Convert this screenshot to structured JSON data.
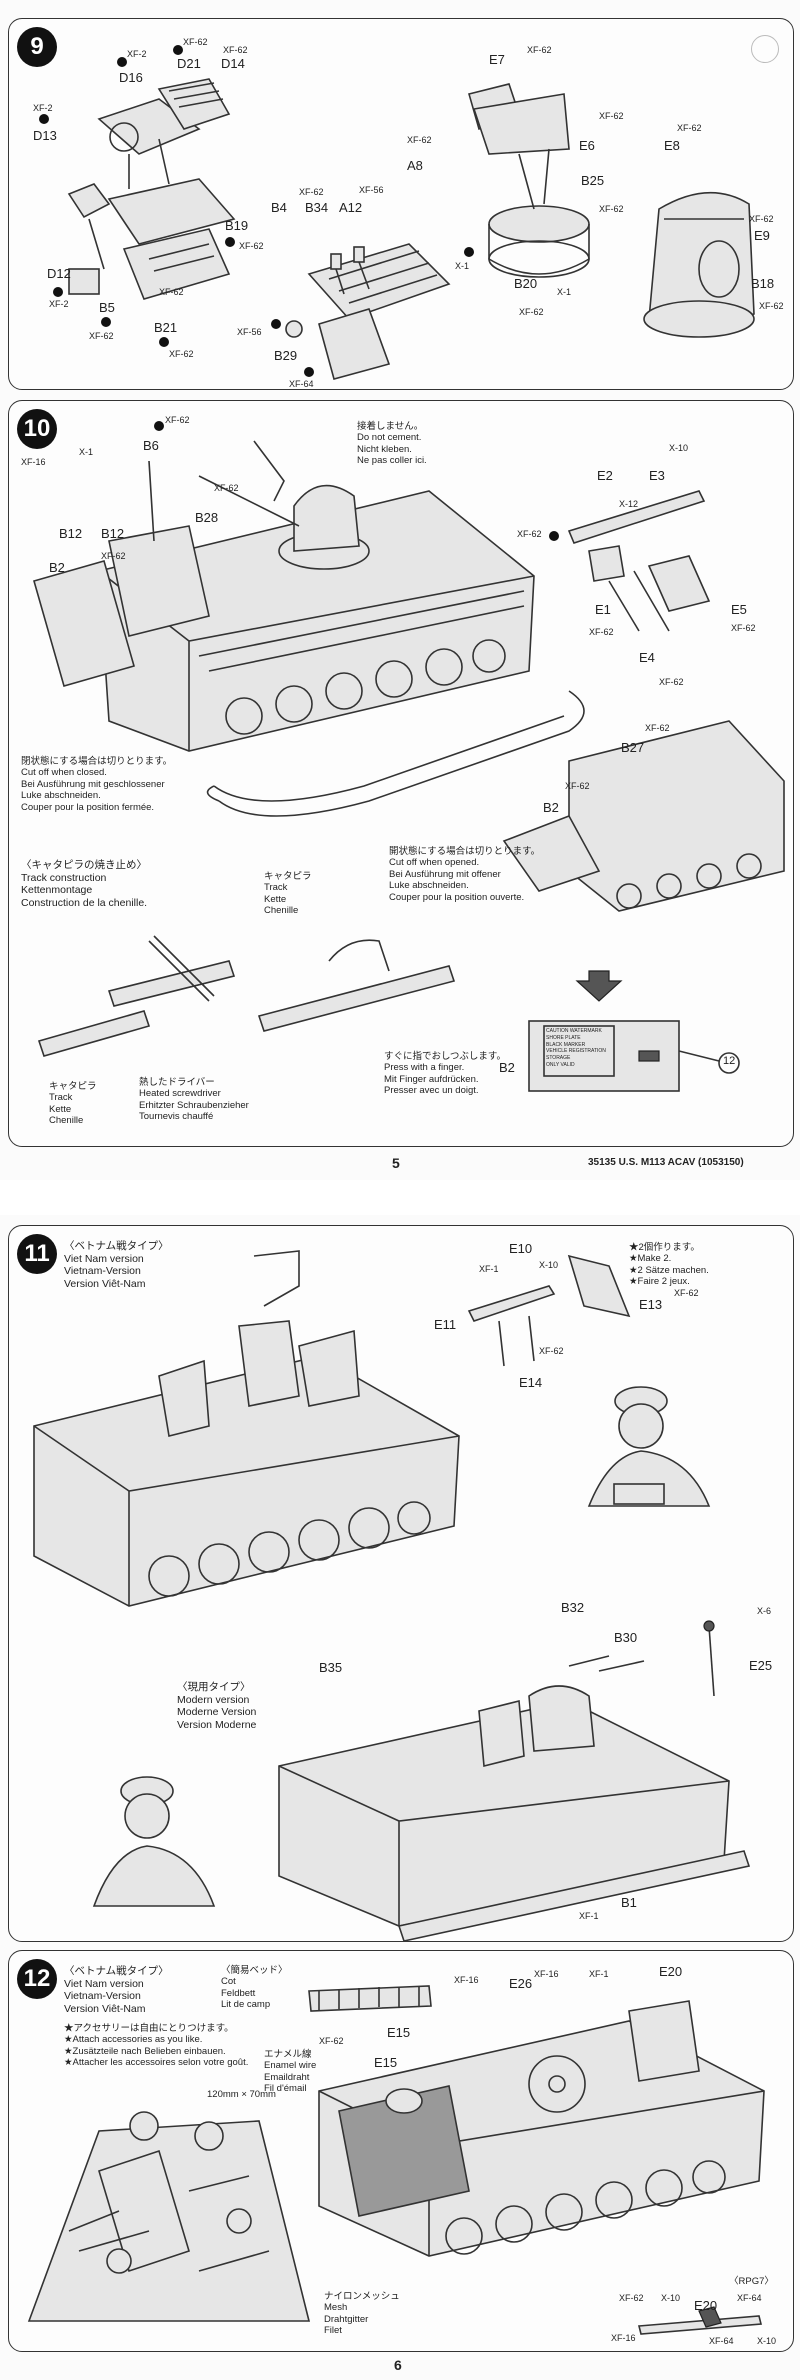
{
  "page1": {
    "page_number": "5",
    "footer": "35135  U.S. M113 ACAV (1053150)",
    "step9": {
      "number": "9",
      "labels": {
        "d16": "D16",
        "d21": "D21",
        "d14": "D14",
        "d13": "D13",
        "d12": "D12",
        "b5": "B5",
        "b19": "B19",
        "b21": "B21",
        "b4": "B4",
        "b34": "B34",
        "a12": "A12",
        "b29": "B29",
        "e7": "E7",
        "a8": "A8",
        "e6": "E6",
        "b25": "B25",
        "b20": "B20",
        "e8": "E8",
        "e9": "E9",
        "b18": "B18"
      },
      "paints": {
        "xf2a": "XF-2",
        "xf62a": "XF-62",
        "xf62b": "XF-62",
        "xf2b": "XF-2",
        "xf2c": "XF-2",
        "xf62c": "XF-62",
        "xf62d": "XF-62",
        "xf62e": "XF-62",
        "xf62f": "XF-62",
        "xf56a": "XF-56",
        "xf56b": "XF-56",
        "xf64a": "XF-64",
        "xf62g": "XF-62",
        "xf62h": "XF-62",
        "xf62i": "XF-62",
        "xf62j": "XF-62",
        "x1a": "X-1",
        "x1b": "X-1",
        "xf62k": "XF-62",
        "xf62l": "XF-62",
        "xf62m": "XF-62",
        "xf62n": "XF-62",
        "xf62o": "XF-62"
      }
    },
    "step10": {
      "number": "10",
      "labels": {
        "b6": "B6",
        "b12a": "B12",
        "b12b": "B12",
        "b28": "B28",
        "b2a": "B2",
        "e2": "E2",
        "e3": "E3",
        "e1": "E1",
        "e4": "E4",
        "e5": "E5",
        "b27": "B27",
        "b2b": "B2",
        "b2c": "B2",
        "mark12": "12"
      },
      "paints": {
        "xf16": "XF-16",
        "x1": "X-1",
        "xf62a": "XF-62",
        "xf62b": "XF-62",
        "xf62c": "XF-62",
        "x10": "X-10",
        "x12": "X-12",
        "xf62d": "XF-62",
        "xf62e": "XF-62",
        "xf62f": "XF-62",
        "xf62g": "XF-62",
        "xf62h": "XF-62",
        "xf62i": "XF-62"
      },
      "note_nocement": [
        "接着しません。",
        "Do not cement.",
        "Nicht kleben.",
        "Ne pas coller ici."
      ],
      "note_closed": [
        "閉状態にする場合は切りとります。",
        "Cut off when closed.",
        "Bei Ausführung mit geschlossener",
        "Luke abschneiden.",
        "Couper pour la position fermée."
      ],
      "note_opened": [
        "開状態にする場合は切りとります。",
        "Cut off when opened.",
        "Bei Ausführung mit offener",
        "Luke abschneiden.",
        "Couper pour la position ouverte."
      ],
      "track_title": [
        "〈キャタピラの焼き止め〉",
        "Track construction",
        "Kettenmontage",
        "Construction de la chenille."
      ],
      "track_label1": [
        "キャタピラ",
        "Track",
        "Kette",
        "Chenille"
      ],
      "track_label2": [
        "キャタピラ",
        "Track",
        "Kette",
        "Chenille"
      ],
      "screwdriver": [
        "熱したドライバー",
        "Heated screwdriver",
        "Erhitzter Schraubenzieher",
        "Tournevis chauffé"
      ],
      "press": [
        "すぐに指でおしつぶします。",
        "Press with a finger.",
        "Mit Finger aufdrücken.",
        "Presser avec un doigt."
      ],
      "decal_lines": [
        "CAUTION WATERMARK",
        "SHORE PLATE",
        "BLACK MARKER",
        "VEHICLE REGISTRATION",
        "STORAGE",
        "ONLY VALID"
      ]
    }
  },
  "page2": {
    "page_number": "6",
    "step11": {
      "number": "11",
      "viet": [
        "〈ベトナム戦タイプ〉",
        "Viet Nam version",
        "Vietnam-Version",
        "Version Viêt-Nam"
      ],
      "modern": [
        "〈現用タイプ〉",
        "Modern version",
        "Moderne Version",
        "Version Moderne"
      ],
      "make2": [
        "★2個作ります。",
        "★Make 2.",
        "★2 Sätze machen.",
        "★Faire 2 jeux."
      ],
      "labels": {
        "e10": "E10",
        "e11": "E11",
        "e13": "E13",
        "e14": "E14",
        "b32": "B32",
        "b30": "B30",
        "e25": "E25",
        "b35": "B35",
        "b1": "B1"
      },
      "paints": {
        "xf1a": "XF-1",
        "x10": "X-10",
        "xf62a": "XF-62",
        "xf62b": "XF-62",
        "x6": "X-6",
        "xf1b": "XF-1"
      }
    },
    "step12": {
      "number": "12",
      "viet": [
        "〈ベトナム戦タイプ〉",
        "Viet Nam version",
        "Vietnam-Version",
        "Version Viêt-Nam"
      ],
      "accessories": [
        "★アクセサリーは自由にとりつけます。",
        "★Attach accessories as you like.",
        "★Zusätzteile nach Belieben einbauen.",
        "★Attacher les accessoires selon votre goût."
      ],
      "cot": [
        "〈簡易ベッド〉",
        "Cot",
        "Feldbett",
        "Lit de camp"
      ],
      "enamel": [
        "エナメル線",
        "Enamel wire",
        "Emaildraht",
        "Fil d'émail"
      ],
      "mesh": [
        "ナイロンメッシュ",
        "Mesh",
        "Drahtgitter",
        "Filet"
      ],
      "dimension": "120mm × 70mm",
      "rpg": "〈RPG7〉",
      "labels": {
        "e15a": "E15",
        "e15b": "E15",
        "e26": "E26",
        "e20a": "E20",
        "e20b": "E20"
      },
      "paints": {
        "xf16": "XF-16",
        "xf62": "XF-62",
        "xf16b": "XF-16",
        "xf1": "XF-1",
        "xf62b": "XF-62",
        "x10": "X-10",
        "xf64": "XF-64",
        "xf16c": "XF-16",
        "xf64b": "XF-64",
        "x10b": "X-10"
      }
    }
  }
}
